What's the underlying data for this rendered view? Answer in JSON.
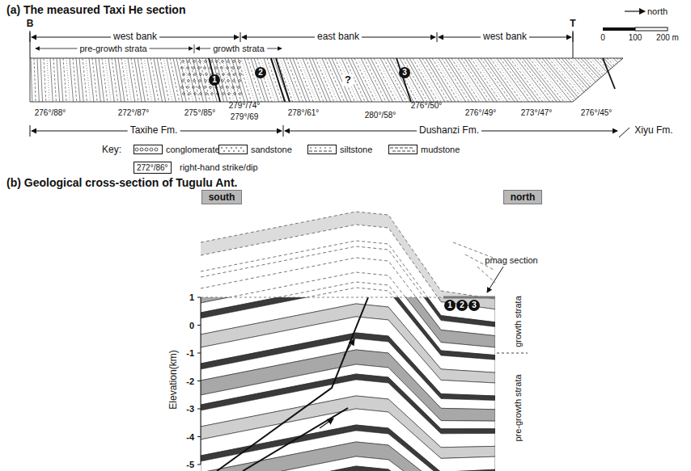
{
  "diagram": {
    "nodes": [
      {
        "text": [
          "1"
        ]
      },
      {
        "text": [
          "2"
        ]
      },
      {
        "text": [
          "3"
        ]
      },
      {
        "text": [
          "272°/86°"
        ]
      },
      {
        "text": [
          "south"
        ]
      },
      {
        "text": [
          "north"
        ]
      },
      {
        "text": [
          "1"
        ]
      },
      {
        "text": [
          "2"
        ]
      },
      {
        "text": [
          "3"
        ]
      }
    ],
    "labels": [
      "(a) The measured Taxi He section",
      "B",
      "west bank",
      "east bank",
      "west bank",
      "T",
      "north",
      "0",
      "100",
      "200 m",
      "pre-growth strata",
      "growth strata",
      "?",
      "276°/88°",
      "272°/87°",
      "275°/85°",
      "279°/74°",
      "279°/69",
      "278°/61°",
      "280°/58°",
      "276°/50°",
      "276°/49°",
      "273°/47°",
      "276°/45°",
      "Taxihe Fm.",
      "Dushanzi Fm.",
      "Xiyu Fm.",
      "Key:",
      "right-hand strike/dip",
      "(b) Geological cross-section of Tugulu Ant.",
      "1",
      "0",
      "-1",
      "-2",
      "-3",
      "-4",
      "-5",
      "Elevation(km)",
      "pmag section",
      "growth strata",
      "pre-growth strata"
    ],
    "legend": [
      {
        "text": "conglomerate"
      },
      {
        "text": "sandstone"
      },
      {
        "text": "siltstone"
      },
      {
        "text": "mudstone"
      }
    ]
  }
}
